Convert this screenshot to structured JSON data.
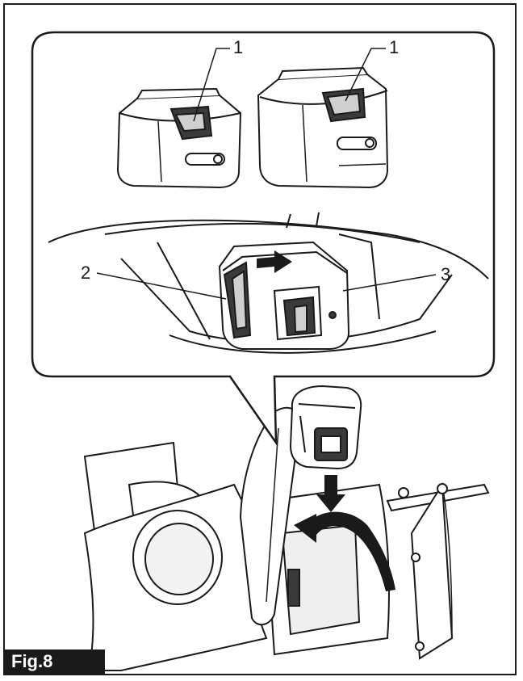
{
  "figure": {
    "label": "Fig.8",
    "callouts": [
      {
        "id": "battery-left-button",
        "text": "1"
      },
      {
        "id": "battery-right-button",
        "text": "1"
      },
      {
        "id": "battery-slot-lever",
        "text": "2"
      },
      {
        "id": "battery-in-slot",
        "text": "3"
      }
    ]
  },
  "icons": {
    "insert-arrow": "arrow-right-icon",
    "drop-arrow": "arrow-down-icon",
    "close-lid-arrow": "curved-arrow-icon"
  },
  "colors": {
    "line": "#1a1a1a",
    "fill": "#ffffff",
    "shade": "#cfcfcf",
    "dark": "#3a3a3a"
  }
}
